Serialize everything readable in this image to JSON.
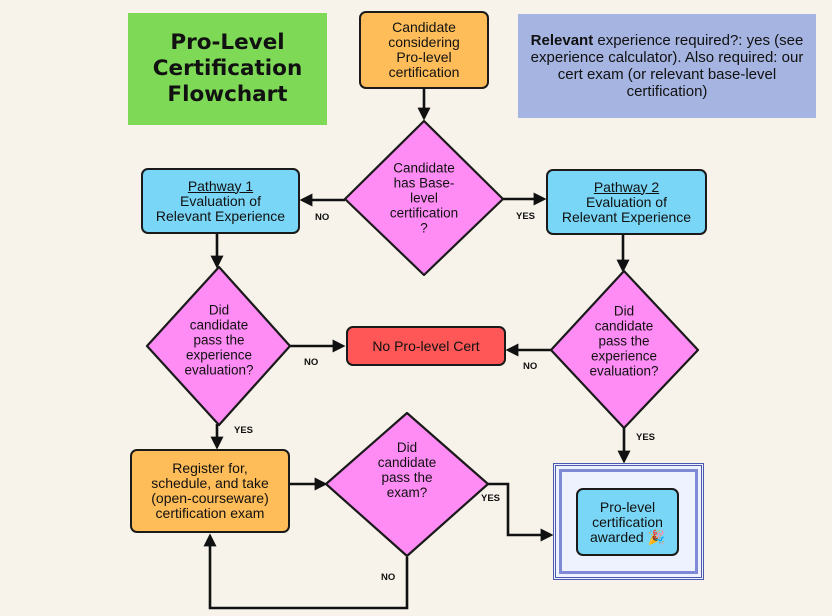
{
  "title": "Pro-Level\nCertification\nFlowchart",
  "start": "Candidate\nconsidering\nPro-level\ncertification",
  "note": {
    "bold": "Relevant",
    "text": " experience required?: yes (see experience calculator). Also required: our cert exam (or relevant base-level certification)"
  },
  "decision_base": "Candidate\nhas Base-\nlevel\ncertification\n?",
  "pathway1": {
    "heading": "Pathway 1",
    "text": "Evaluation of\nRelevant Experience"
  },
  "pathway2": {
    "heading": "Pathway 2",
    "text": "Evaluation of\nRelevant Experience"
  },
  "decision_exp_left": "Did\ncandidate\npass the\nexperience\nevaluation?",
  "decision_exp_right": "Did\ncandidate\npass the\nexperience\nevaluation?",
  "no_cert": "No Pro-level Cert",
  "register": "Register for,\nschedule, and take\n(open-courseware)\ncertification exam",
  "decision_exam": "Did\ncandidate\npass the\nexam?",
  "award": "Pro-level\ncertification\nawarded 🎉",
  "edge_labels": {
    "base_no": "NO",
    "base_yes": "YES",
    "exp_left_no": "NO",
    "exp_left_yes": "YES",
    "exp_right_no": "NO",
    "exp_right_yes": "YES",
    "exam_yes": "YES",
    "exam_no": "NO"
  },
  "colors": {
    "title_bg": "#7ed957",
    "start_bg": "#ffbd59",
    "note_bg": "#a5b4e0",
    "pathway_bg": "#79d6f6",
    "decision_bg": "#ff8cf5",
    "no_cert_bg": "#ff5757",
    "background": "#f7f3ea"
  }
}
